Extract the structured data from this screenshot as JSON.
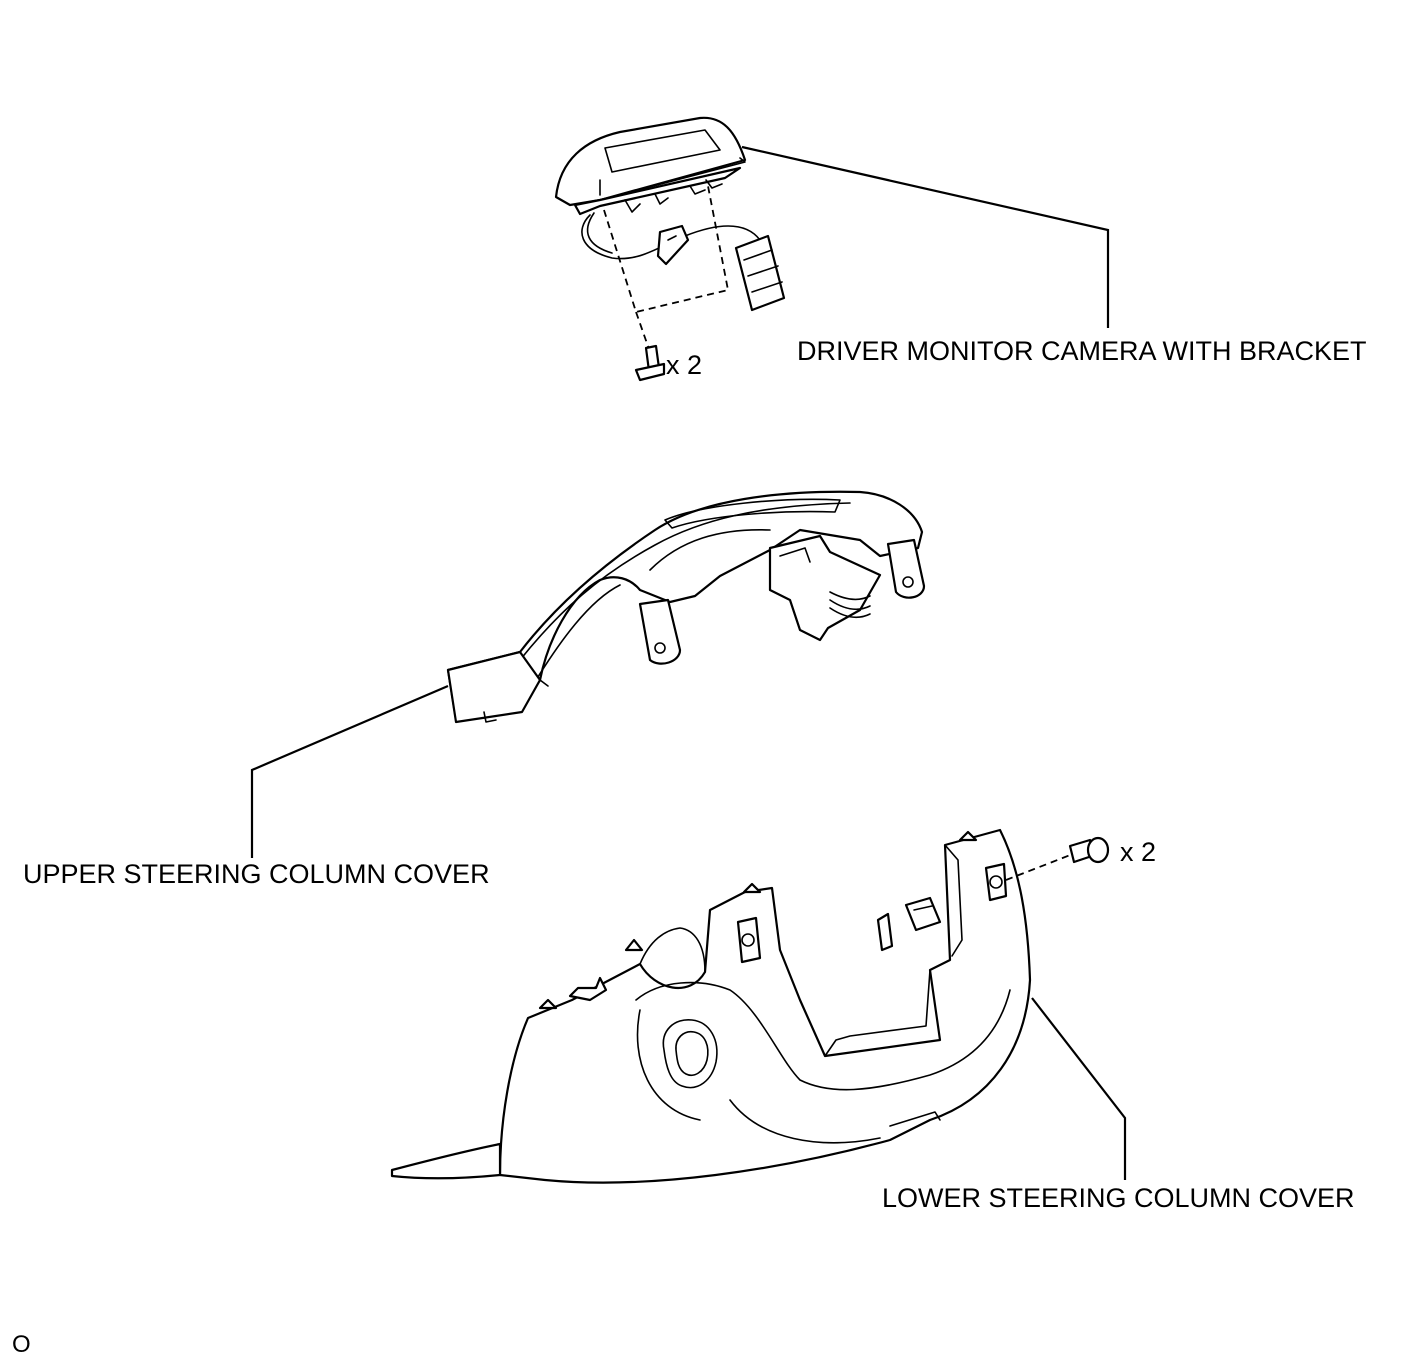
{
  "labels": {
    "camera": "DRIVER MONITOR CAMERA WITH BRACKET",
    "upper_cover": "UPPER STEERING COLUMN COVER",
    "lower_cover": "LOWER STEERING COLUMN COVER"
  },
  "quantities": {
    "camera_screw": "x 2",
    "lower_screw": "x 2"
  },
  "corner_mark": "O"
}
